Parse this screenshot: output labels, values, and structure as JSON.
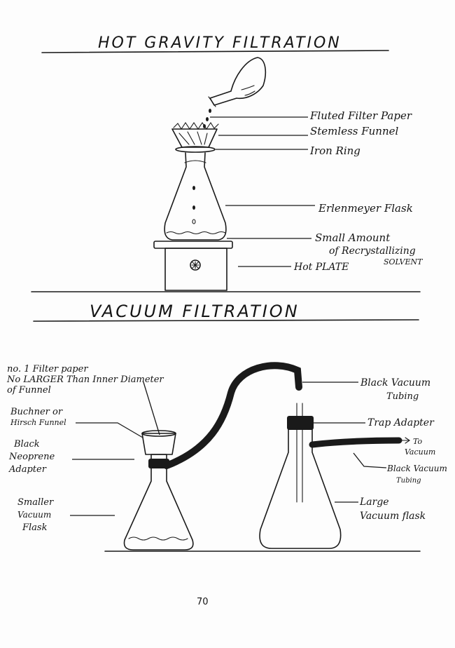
{
  "top_section": {
    "title": "HOT GRAVITY FILTRATION",
    "labels": {
      "fluted_filter_paper": "Fluted Filter Paper",
      "stemless_funnel": "Stemless Funnel",
      "iron_ring": "Iron Ring",
      "erlenmeyer_flask": "Erlenmeyer Flask",
      "solvent_line1": "Small Amount",
      "solvent_line2": "of Recrystallizing",
      "solvent_line3": "SOLVENT",
      "hot_plate": "Hot PLATE"
    }
  },
  "bottom_section": {
    "title": "VACUUM FILTRATION",
    "labels": {
      "filter_paper_line1": "no. 1 Filter paper",
      "filter_paper_line2": "No LARGER Than Inner Diameter",
      "filter_paper_line3": "of Funnel",
      "buchner_line1": "Buchner or",
      "buchner_line2": "Hirsch Funnel",
      "neoprene_line1": "Black",
      "neoprene_line2": "Neoprene",
      "neoprene_line3": "Adapter",
      "smaller_line1": "Smaller",
      "smaller_line2": "Vacuum",
      "smaller_line3": "Flask",
      "tubing_top_line1": "Black Vacuum",
      "tubing_top_line2": "Tubing",
      "trap_adapter": "Trap Adapter",
      "to_vacuum_line1": "To",
      "to_vacuum_line2": "Vacuum",
      "tubing_right_line1": "Black Vacuum",
      "tubing_right_line2": "Tubing",
      "large_line1": "Large",
      "large_line2": "Vacuum flask"
    }
  },
  "page_number": "70",
  "colors": {
    "ink": "#1a1a1a",
    "paper": "#fdfdfd"
  }
}
